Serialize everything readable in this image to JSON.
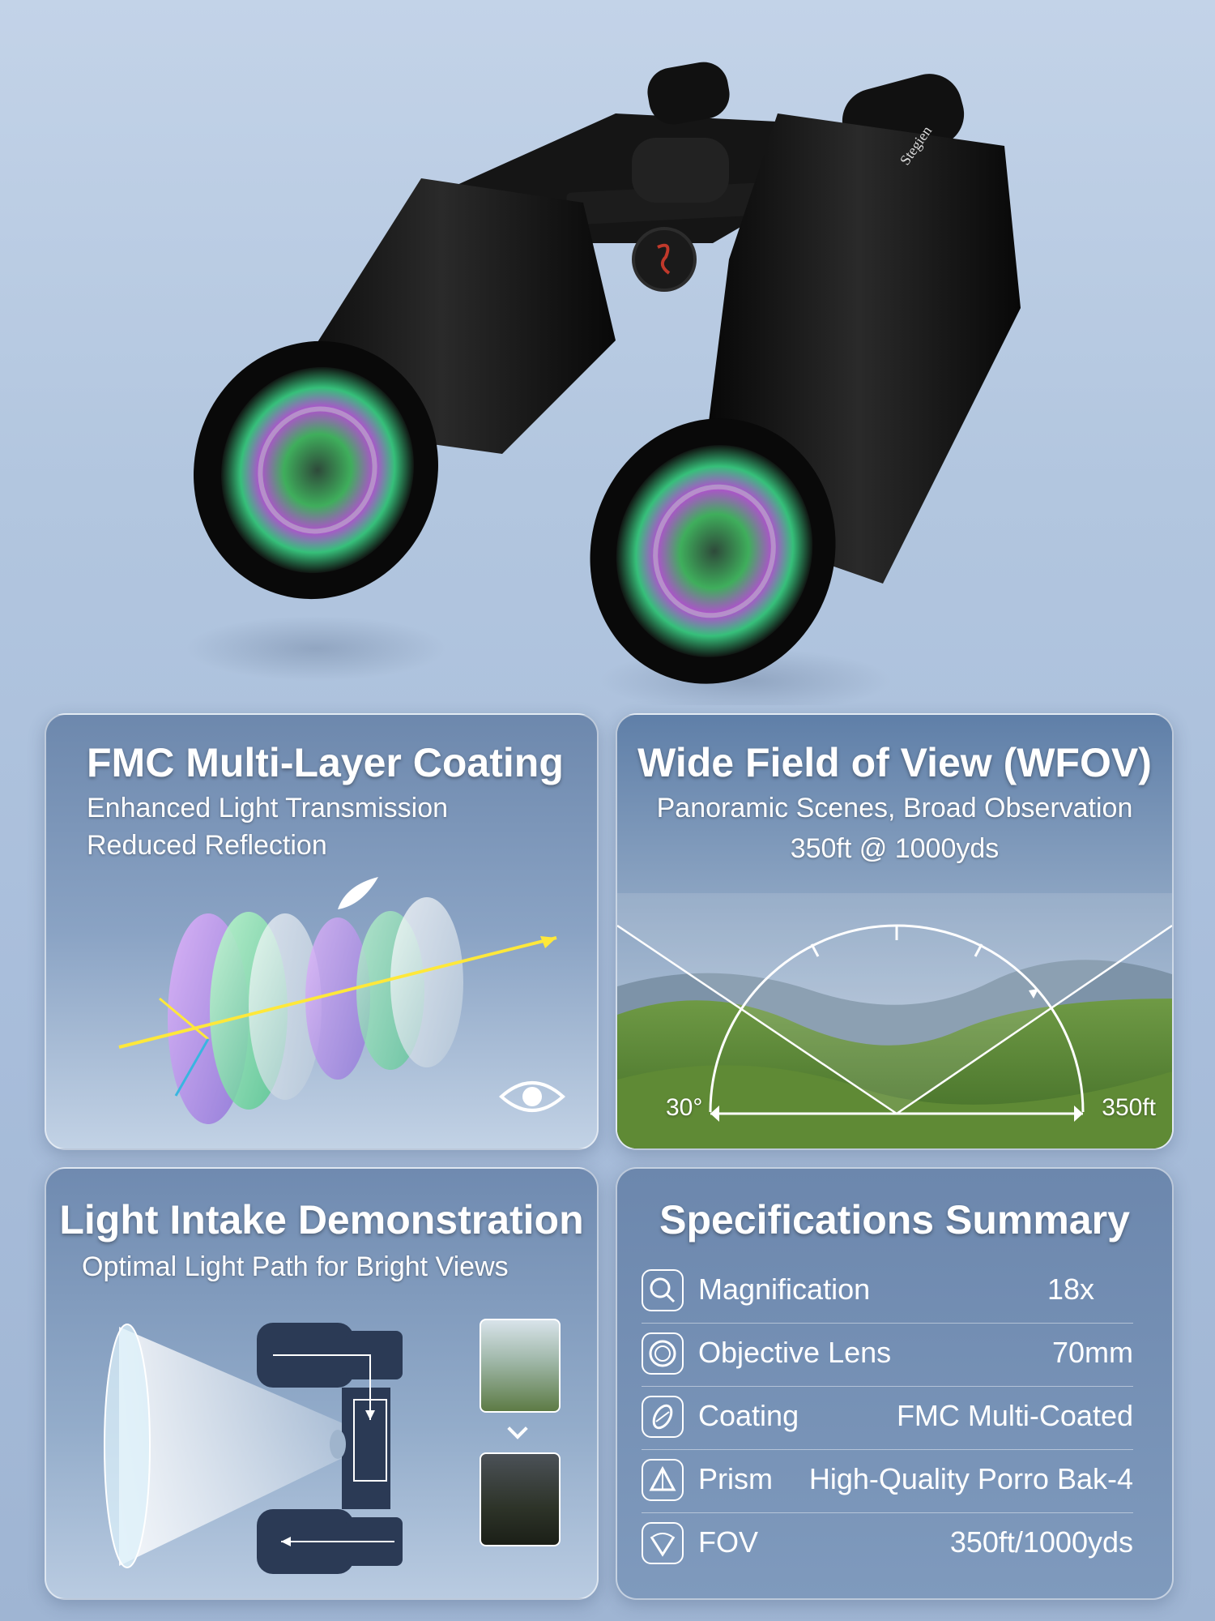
{
  "brand": {
    "name": "Stegien"
  },
  "colors": {
    "background": "#b2c6df",
    "card_top": "#6d88ad",
    "text": "#ffffff"
  },
  "cards": {
    "coating": {
      "title": "FMC Multi-Layer Coating",
      "subtitle_1": "Enhanced Light Transmission",
      "subtitle_2": "Reduced Reflection",
      "icon": "eye-icon"
    },
    "fov": {
      "title": "Wide Field of View (WFOV)",
      "subtitle_1": "Panoramic Scenes, Broad Observation",
      "subtitle_2": "350ft @ 1000yds",
      "angle_label": "30°",
      "width_label": "350ft"
    },
    "light": {
      "title": "Light Intake Demonstration",
      "subtitle": "Optimal Light Path for Bright Views"
    },
    "specs": {
      "title": "Specifications Summary",
      "rows": [
        {
          "icon": "magnifier-icon",
          "label": "Magnification",
          "value": "18x"
        },
        {
          "icon": "lens-icon",
          "label": "Objective Lens",
          "value": "70mm"
        },
        {
          "icon": "coating-icon",
          "label": "Coating",
          "value": "FMC Multi-Coated"
        },
        {
          "icon": "prism-icon",
          "label": "Prism",
          "value": "High-Quality Porro Bak-4"
        },
        {
          "icon": "fov-icon",
          "label": "FOV",
          "value": "350ft/1000yds"
        }
      ]
    }
  }
}
